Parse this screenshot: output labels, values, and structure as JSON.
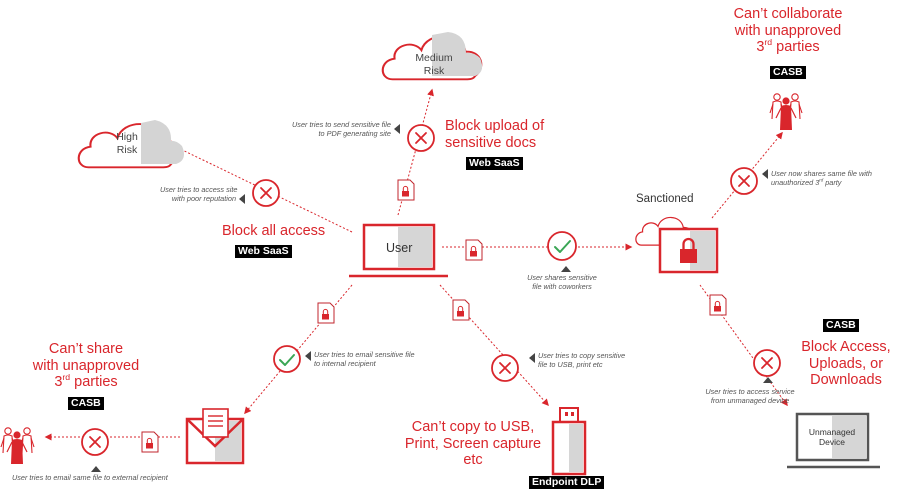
{
  "nodes": {
    "user": "User",
    "high_risk": [
      "High",
      "Risk"
    ],
    "medium_risk": [
      "Medium",
      "Risk"
    ],
    "sanctioned": "Sanctioned",
    "unmanaged_device": [
      "Unmanaged",
      "Device"
    ]
  },
  "outcomes": {
    "block_all_access": "Block all access",
    "block_upload": [
      "Block upload of",
      "sensitive docs"
    ],
    "cant_collaborate": [
      "Can’t collaborate",
      "with unapproved",
      "3",
      "rd",
      " parties"
    ],
    "cant_share": [
      "Can’t share",
      "with unapproved",
      "3",
      "rd",
      " parties"
    ],
    "cant_copy": [
      "Can’t copy to USB,",
      "Print, Screen capture",
      "etc"
    ],
    "block_access": [
      "Block Access,",
      "Uploads, or",
      "Downloads"
    ]
  },
  "tags": {
    "web_saas_1": "Web SaaS",
    "web_saas_2": "Web SaaS",
    "casb_top": "CASB",
    "casb_right": "CASB",
    "casb_left": "CASB",
    "endpoint_dlp": "Endpoint DLP"
  },
  "notes": {
    "access_site": [
      "User tries to access site",
      "with poor reputation"
    ],
    "send_pdf": [
      "User tries to send sensitive file",
      "to PDF generating site"
    ],
    "shares_coworkers": [
      "User shares sensitive",
      "file with coworkers"
    ],
    "unauthorized": [
      "User now shares same file with",
      "unauthorized 3",
      "rd",
      " party"
    ],
    "email_internal": [
      "User tries to email sensitive file",
      "to internal recipient"
    ],
    "copy_usb": [
      "User tries to copy sensitive",
      "file to USB, print etc"
    ],
    "unmanaged_access": [
      "User tries to access service",
      "from unmanaged device"
    ],
    "email_external": "User tries to email same file to external recipient"
  },
  "colors": {
    "accent": "#d9262c",
    "grey": "#8a8a8a",
    "check": "#3aa655"
  },
  "icons": [
    "cloud-icon",
    "laptop-icon",
    "block-icon",
    "check-icon",
    "document-lock-icon",
    "padlock-icon",
    "envelope-icon",
    "usb-drive-icon",
    "people-icon"
  ]
}
